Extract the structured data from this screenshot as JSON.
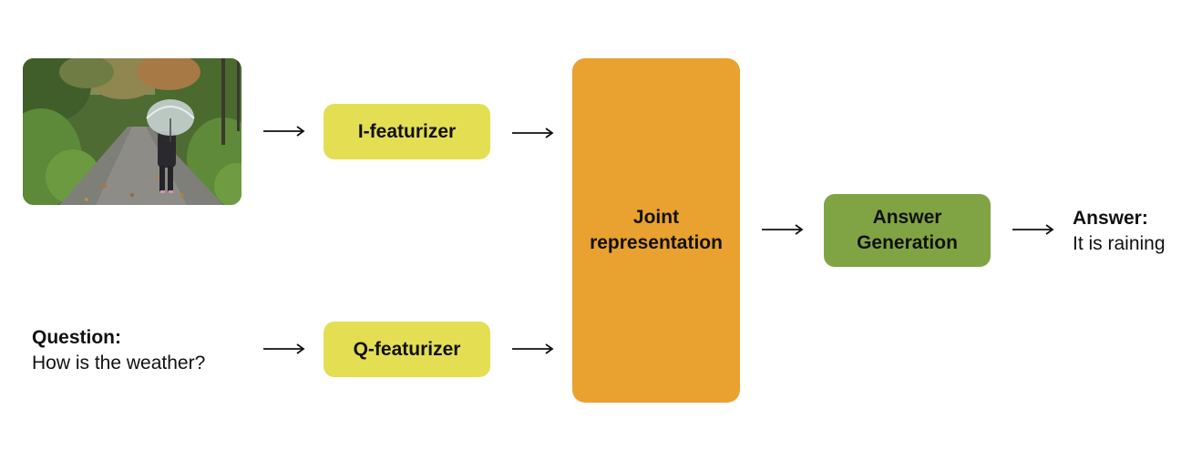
{
  "nodes": {
    "i_featurizer": "I-featurizer",
    "q_featurizer": "Q-featurizer",
    "joint_representation": [
      "Joint",
      "representation"
    ],
    "answer_generation": [
      "Answer",
      "Generation"
    ]
  },
  "question": {
    "heading": "Question:",
    "text": "How is the weather?"
  },
  "answer": {
    "heading": "Answer:",
    "text": "It is raining"
  },
  "colors": {
    "featurizer": "#e4de52",
    "joint": "#e9a12f",
    "answer_generation": "#80a444",
    "arrow": "#111111"
  },
  "image": {
    "subject": "person-with-umbrella-on-rainy-path-photo"
  }
}
